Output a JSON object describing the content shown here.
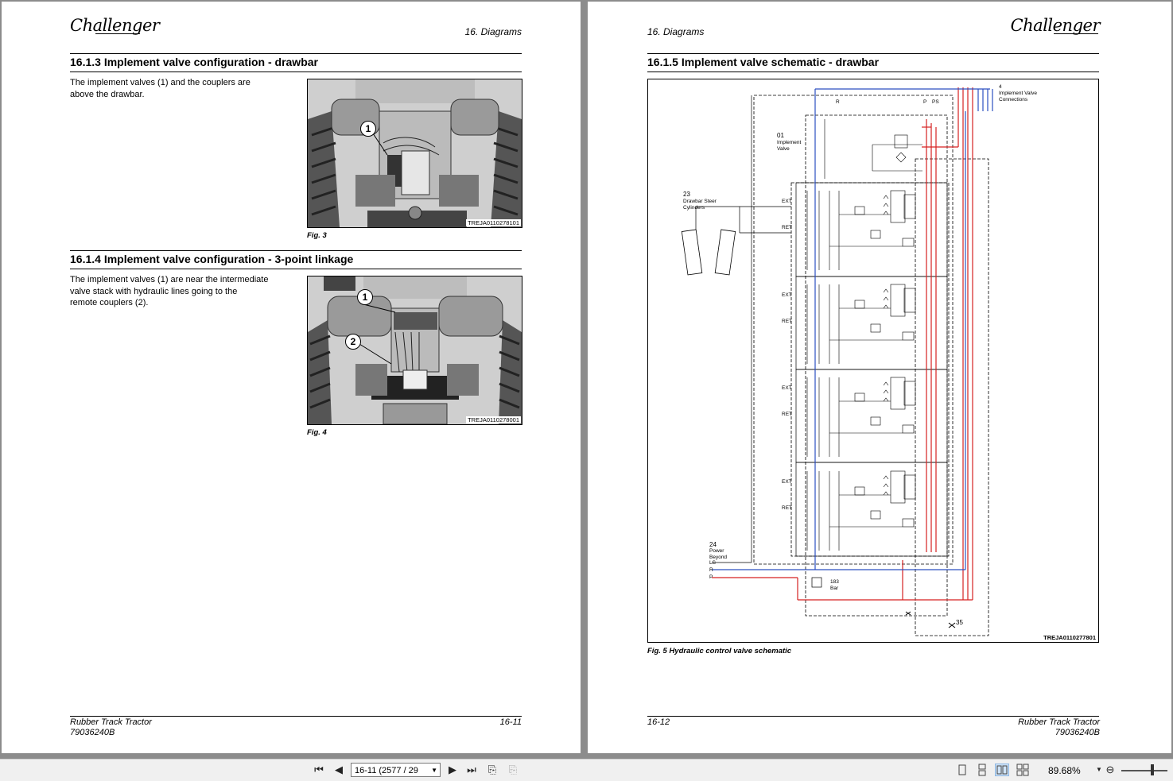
{
  "left_page": {
    "logo": "Challenger",
    "running_head": "16. Diagrams",
    "section1": {
      "title": "16.1.3  Implement valve configuration - drawbar",
      "text_lines": [
        "The implement valves (1) and the couplers are",
        "above the drawbar."
      ],
      "figure_id": "TREJA0110278101",
      "callouts": [
        "1"
      ],
      "caption": "Fig. 3"
    },
    "section2": {
      "title": "16.1.4  Implement valve configuration - 3-point linkage",
      "text_lines": [
        "The implement valves (1) are near the intermediate",
        "valve stack with hydraulic lines going to the",
        "remote couplers (2)."
      ],
      "figure_id": "TREJA0110278001",
      "callouts": [
        "1",
        "2"
      ],
      "caption": "Fig. 4"
    },
    "footer": {
      "title": "Rubber Track Tractor",
      "doc_number": "79036240B",
      "page_number": "16-11"
    }
  },
  "right_page": {
    "logo": "Challenger",
    "running_head": "16. Diagrams",
    "section": {
      "title": "16.1.5  Implement valve schematic - drawbar",
      "figure_id": "TREJA0110277801",
      "caption": "Fig. 5  Hydraulic control valve schematic"
    },
    "schematic_labels": {
      "connections_num": "4",
      "connections": [
        "Implement Valve",
        "Connections"
      ],
      "valve_num": "01",
      "valve": [
        "Implement",
        "Valve"
      ],
      "cyl_num": "23",
      "cylinders": [
        "Drawbar Steer",
        "Cylinders"
      ],
      "power_num": "24",
      "power": [
        "Power",
        "Beyond"
      ],
      "ports": [
        "LS",
        "R",
        "P"
      ],
      "top_ports": [
        "R",
        "P",
        "PS"
      ],
      "ext": "EXT",
      "ret": "RET",
      "relief": [
        "183",
        "Bar"
      ],
      "n35": "35"
    },
    "footer": {
      "title": "Rubber Track Tractor",
      "doc_number": "79036240B",
      "page_number": "16-12"
    }
  },
  "toolbar": {
    "page_display": "16-11 (2577 / 29",
    "zoom": "89.68%",
    "icons": [
      "first-page-icon",
      "prev-page-icon",
      "next-page-icon",
      "last-page-icon",
      "back-view-icon",
      "forward-view-icon",
      "single-page-icon",
      "continuous-icon",
      "two-page-icon",
      "two-page-continuous-icon",
      "zoom-out-icon",
      "zoom-slider"
    ],
    "active_view": "two-page",
    "colors": {
      "pressure_line": "#d62222",
      "return_line": "#2c4fc0"
    }
  }
}
